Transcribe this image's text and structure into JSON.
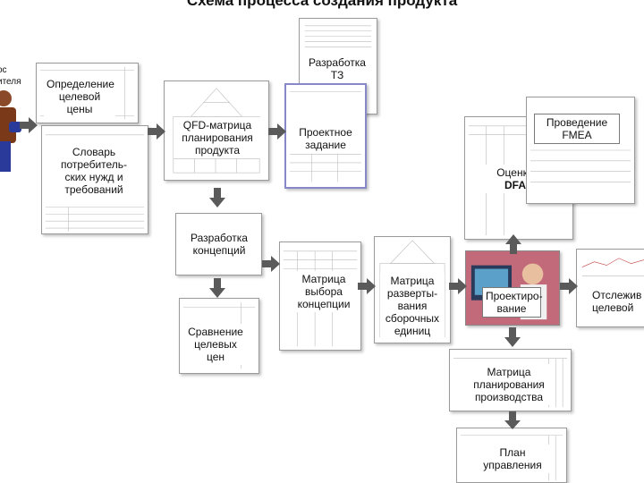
{
  "title": "Схема процесса создания продукта",
  "side_text": [
    "ос",
    "ителя"
  ],
  "boxes": {
    "target_price": "Определение целевой цены",
    "dictionary": "Словарь потребитель-ских нужд и требований",
    "qfd_matrix": "QFD-матрица планирования продукта",
    "tz_dev": "Разработка ТЗ",
    "project_task": "Проектное задание",
    "fmea": "Проведение FMEA",
    "dfa_label": "Оценка",
    "dfa_bold": "DFA",
    "concepts": "Разработка концепций",
    "compare": "Сравнение целевых цен",
    "concept_matrix": "Матрица выбора концепции",
    "deploy_matrix": "Матрица разверты-вания сборочных единиц",
    "design": "Проектиро-вание",
    "tracking": "Отслежив целевой",
    "production_matrix": "Матрица планирования производства",
    "control_plan": "План управления"
  },
  "colors": {
    "arrow": "#5a5a5a",
    "project_border": "#8888c8",
    "photo_bg": "#c26a7a",
    "photo_screen": "#5aa0c8"
  }
}
